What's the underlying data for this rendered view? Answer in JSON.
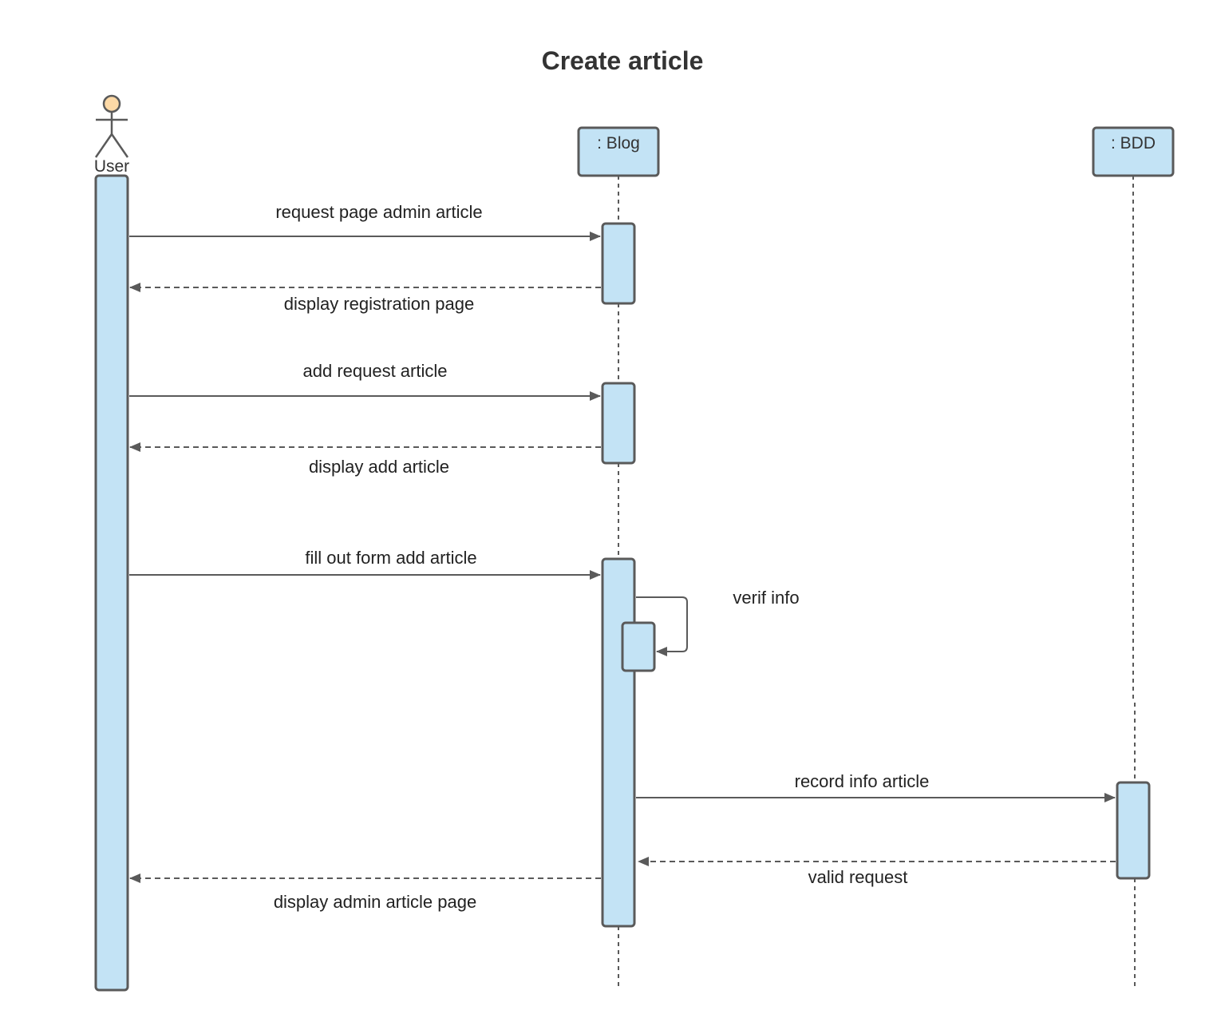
{
  "diagram": {
    "title": "Create article",
    "participants": [
      {
        "id": "user",
        "label": "User",
        "kind": "actor"
      },
      {
        "id": "blog",
        "label": ": Blog",
        "kind": "object"
      },
      {
        "id": "bdd",
        "label": ": BDD",
        "kind": "object"
      }
    ],
    "messages": [
      {
        "from": "user",
        "to": "blog",
        "label": "request page admin article",
        "kind": "call"
      },
      {
        "from": "blog",
        "to": "user",
        "label": "display registration page",
        "kind": "return"
      },
      {
        "from": "user",
        "to": "blog",
        "label": "add request article",
        "kind": "call"
      },
      {
        "from": "blog",
        "to": "user",
        "label": "display add article",
        "kind": "return"
      },
      {
        "from": "user",
        "to": "blog",
        "label": "fill out form add article",
        "kind": "call"
      },
      {
        "from": "blog",
        "to": "blog",
        "label": "verif info",
        "kind": "self"
      },
      {
        "from": "blog",
        "to": "bdd",
        "label": "record info article",
        "kind": "call"
      },
      {
        "from": "bdd",
        "to": "blog",
        "label": "valid request",
        "kind": "return"
      },
      {
        "from": "blog",
        "to": "user",
        "label": "display admin article page",
        "kind": "return"
      }
    ],
    "colors": {
      "activation_fill": "#c3e3f5",
      "stroke": "#5a5a5a",
      "actor_head": "#fdd9a6"
    }
  }
}
